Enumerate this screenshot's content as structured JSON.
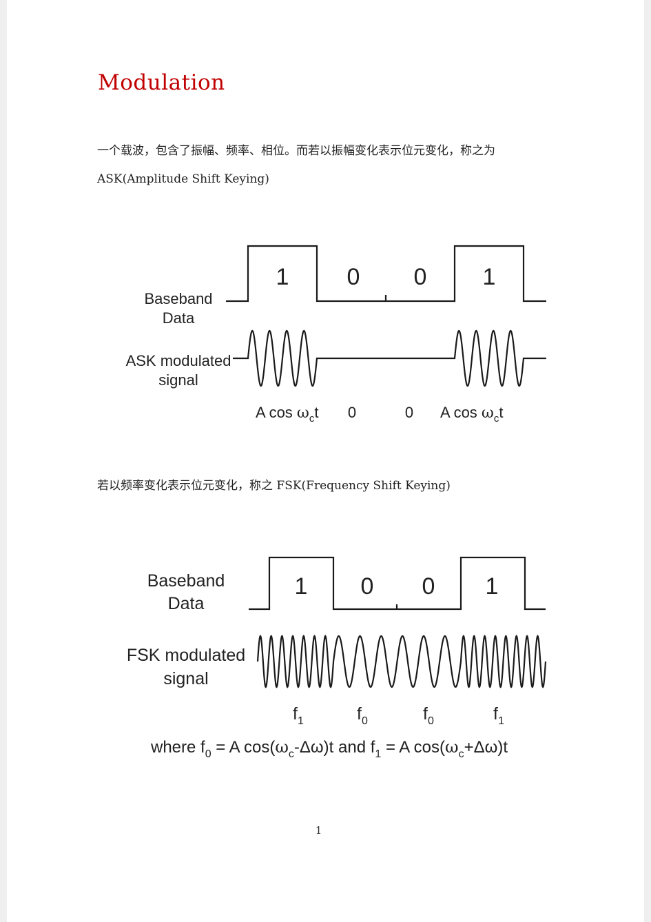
{
  "title": "Modulation",
  "ask": {
    "para_line1": "一个载波，包含了振幅、频率、相位。而若以振幅变化表示位元变化，称之为",
    "para_line2": "ASK(Amplitude  Shift  Keying)",
    "figure": {
      "baseband_label_1": "Baseband",
      "baseband_label_2": "Data",
      "signal_label_1": "ASK modulated",
      "signal_label_2": "signal",
      "bits": [
        "1",
        "0",
        "0",
        "1"
      ],
      "annotations": [
        {
          "main": "A cos ",
          "omega": "ω",
          "sub": "c",
          "tail": "t"
        },
        {
          "main": "0",
          "omega": "",
          "sub": "",
          "tail": ""
        },
        {
          "main": "0",
          "omega": "",
          "sub": "",
          "tail": ""
        },
        {
          "main": "A cos ",
          "omega": "ω",
          "sub": "c",
          "tail": "t"
        }
      ]
    }
  },
  "fsk": {
    "para": "若以频率变化表示位元变化，称之 FSK(Frequency  Shift  Keying)",
    "figure": {
      "baseband_label_1": "Baseband",
      "baseband_label_2": "Data",
      "signal_label_1": "FSK modulated",
      "signal_label_2": "signal",
      "bits": [
        "1",
        "0",
        "0",
        "1"
      ],
      "freq_labels": [
        {
          "base": "f",
          "sub": "1"
        },
        {
          "base": "f",
          "sub": "0"
        },
        {
          "base": "f",
          "sub": "0"
        },
        {
          "base": "f",
          "sub": "1"
        }
      ],
      "where": {
        "prefix": "where  f",
        "sub0": "0",
        "eq1": " = A cos(",
        "omega1": "ω",
        "subc1": "c",
        "minus": "-Δω)t  and  f",
        "sub1": "1",
        "eq2": " = A cos(",
        "omega2": "ω",
        "subc2": "c",
        "plus": "+Δω)t"
      }
    }
  },
  "page_number": "1"
}
